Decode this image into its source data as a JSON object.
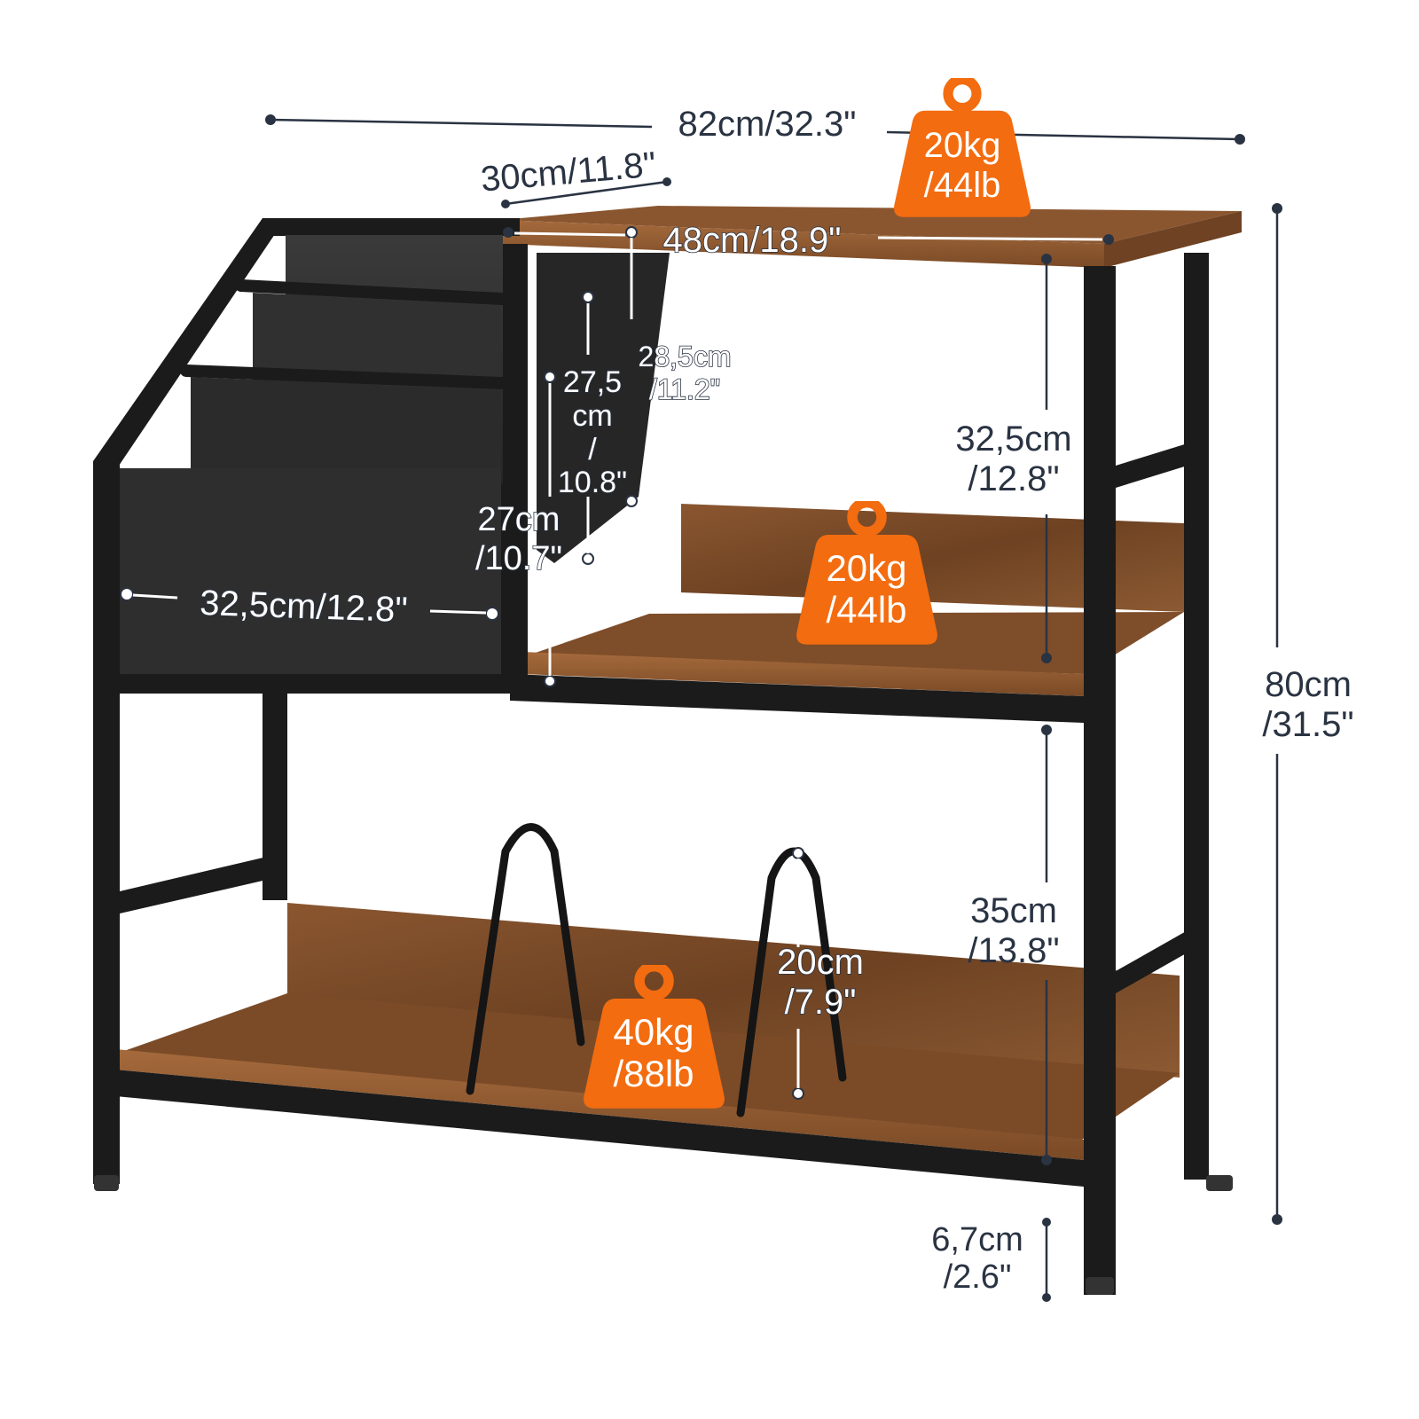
{
  "product": {
    "description_alt": ""
  },
  "dimensions": {
    "overall_width": "82cm/32.3\"",
    "depth": "30cm/11.8\"",
    "top_shelf_width": "48cm/18.9\"",
    "fabric_width": "32,5cm/12.8\"",
    "overall_height_cm": "80cm",
    "overall_height_in": "/31.5\"",
    "upper_gap_cm": "32,5cm",
    "upper_gap_in": "/12.8\"",
    "lower_gap_cm": "35cm",
    "lower_gap_in": "/13.8\"",
    "leg_clearance_cm": "6,7cm",
    "leg_clearance_in": "/2.6\"",
    "divider_height_cm": "20cm",
    "divider_height_in": "/7.9\"",
    "pocket_a_cm": "28,5cm",
    "pocket_a_in": "/11.2\"",
    "pocket_b_1": "27,5",
    "pocket_b_2": "cm",
    "pocket_b_3": "/",
    "pocket_b_4": "10.8\"",
    "pocket_c_cm": "27cm",
    "pocket_c_in": "/10.7\""
  },
  "weights": {
    "top": {
      "kg": "20kg",
      "lb": "/44lb"
    },
    "middle": {
      "kg": "20kg",
      "lb": "/44lb"
    },
    "bottom": {
      "kg": "40kg",
      "lb": "/88lb"
    }
  },
  "colors": {
    "badge": "#f36c10",
    "wood": "#7a4a26",
    "metal": "#1b1b1b",
    "fabric": "#2c2c2c",
    "dim_line": "#2a3342"
  }
}
